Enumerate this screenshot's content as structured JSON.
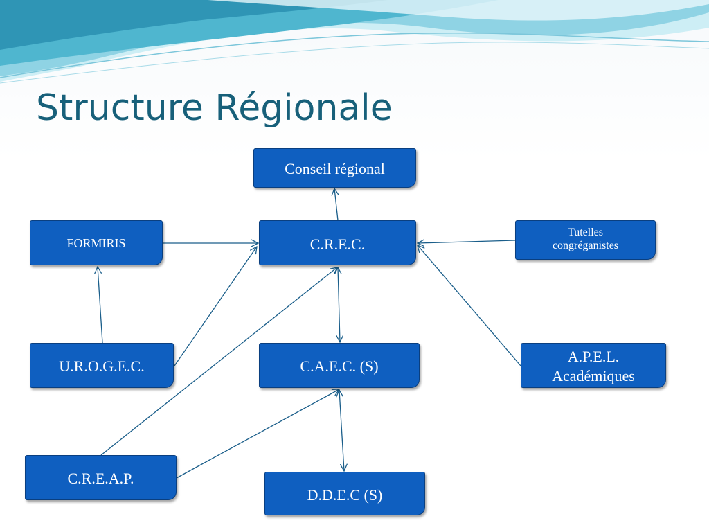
{
  "slide": {
    "title": "Structure Régionale"
  },
  "nodes": {
    "conseil": "Conseil  régional",
    "formiris": "FORMIRIS",
    "crec": "C.R.E.C.",
    "tutelles_line1": "Tutelles",
    "tutelles_line2": "congréganistes",
    "urogec": "U.R.O.G.E.C.",
    "caec": "C.A.E.C. (S)",
    "apel_line1": "A.P.E.L.",
    "apel_line2": "Académiques",
    "creap": "C.R.E.A.P.",
    "ddec": "D.D.E.C (S)"
  },
  "colors": {
    "title": "#17607a",
    "box_fill": "#0f5fc0",
    "box_border": "#0a3f80",
    "connector": "#1a5e8a",
    "wave_light": "#bfe6f0",
    "wave_dark": "#4fb6cf"
  }
}
